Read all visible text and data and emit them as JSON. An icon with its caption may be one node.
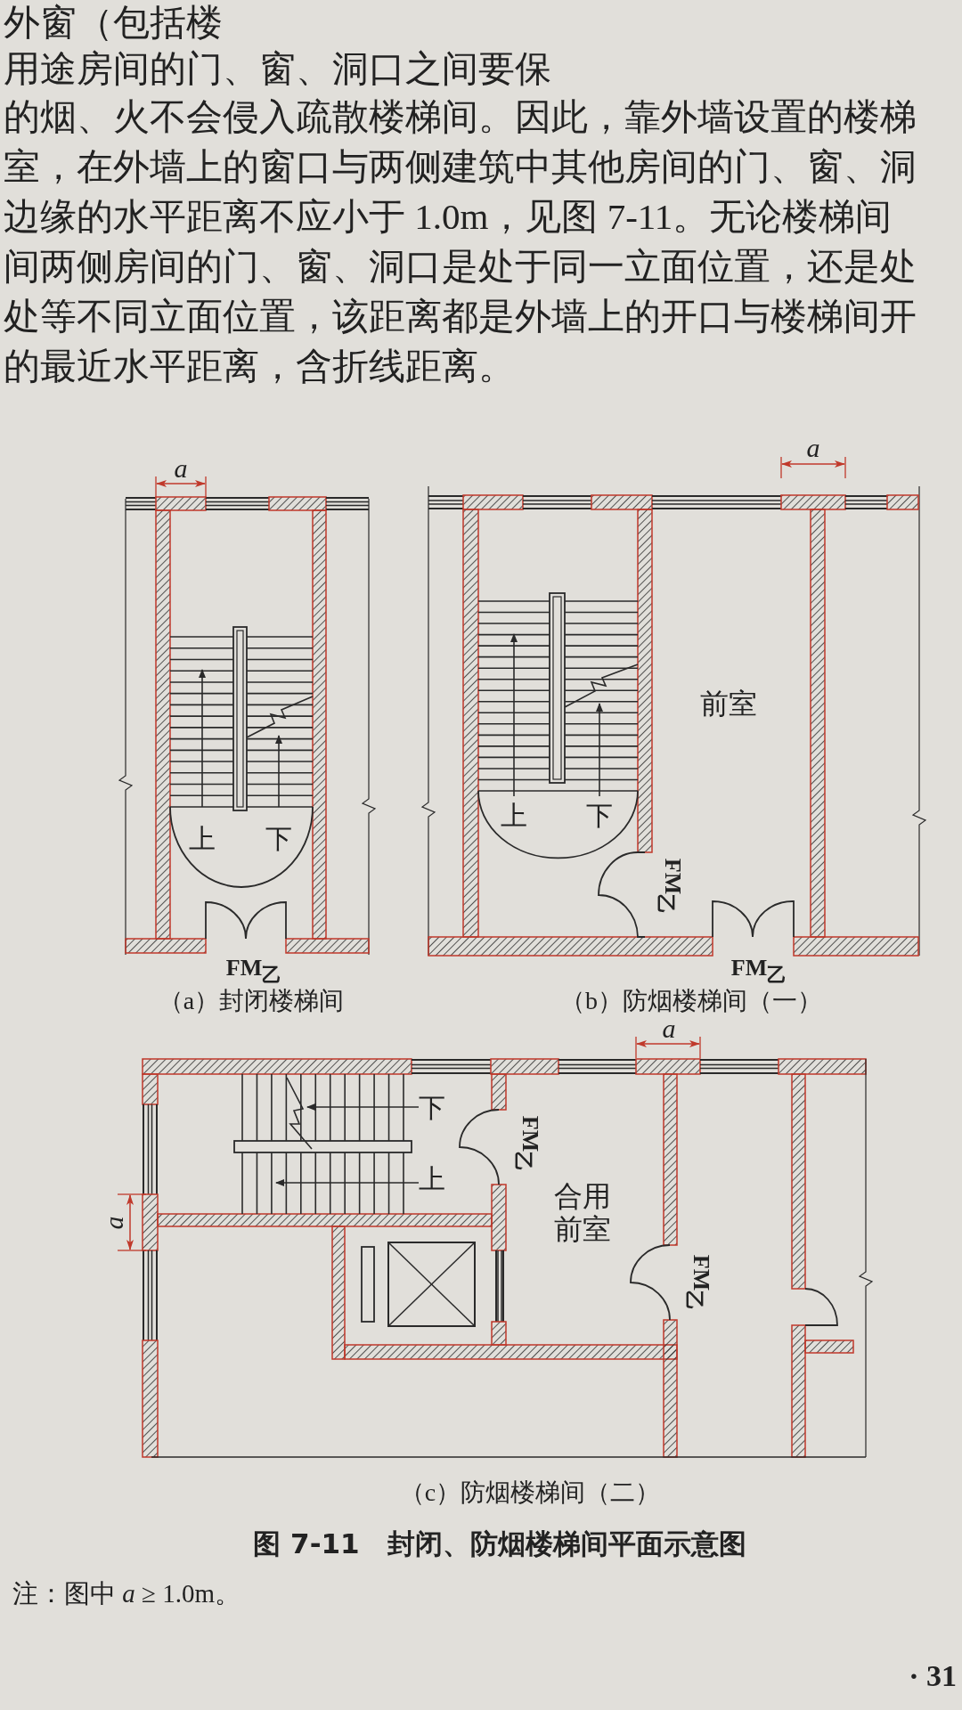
{
  "diagram": {
    "title": "图 7-11　封闭、防烟楼梯间平面示意图",
    "caption": "注：图中 *a* ≥ 1.0m。",
    "nodes": [
      {
        "text": [
          "前室"
        ]
      },
      {
        "text": [
          "合用前室"
        ]
      }
    ],
    "labels": [
      "外窗（包括楼",
      "用途房间的门、窗、洞口之间要保",
      "的烟、火不会侵入疏散楼梯间。因此，靠外墙设置的楼梯",
      "室，在外墙上的窗口与两侧建筑中其他房间的门、窗、洞",
      "边缘的水平距离不应小于 1.0m，见图 7-11。无论楼梯间",
      "间两侧房间的门、窗、洞口是处于同一立面位置，还是处",
      "处等不同立面位置，该距离都是外墙上的开口与楼梯间开",
      "的最近水平距离，含折线距离。",
      "a",
      "上",
      "下",
      "FM$_{乙}$",
      "（a）封闭楼梯间",
      "a",
      "上",
      "下",
      "FM$_{乙}$",
      "FM$_{乙}$",
      "（b）防烟楼梯间（一）",
      "a",
      "下",
      "上",
      "FM$_{乙}$",
      "a",
      "FM$_{乙}$",
      "（c）防烟楼梯间（二）",
      "· 31"
    ]
  }
}
